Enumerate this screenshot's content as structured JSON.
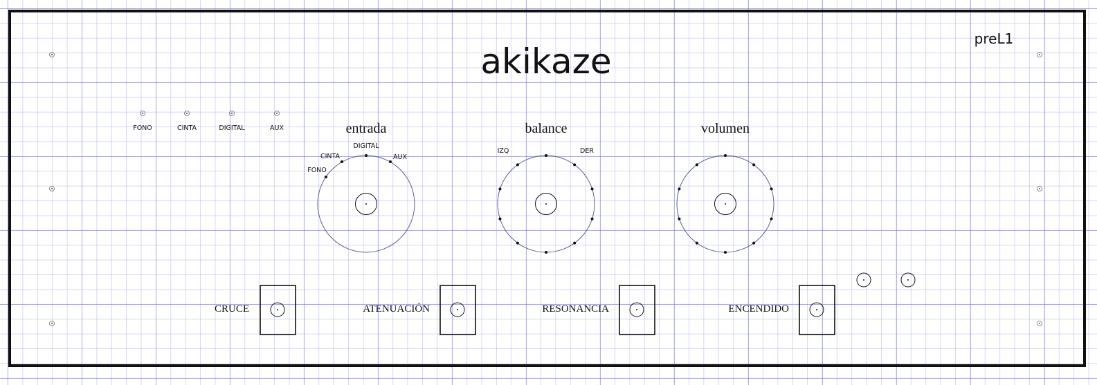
{
  "panel": {
    "brand": "akikaze",
    "model": "preL1"
  },
  "indicators": [
    {
      "label": "FONO"
    },
    {
      "label": "CINTA"
    },
    {
      "label": "DIGITAL"
    },
    {
      "label": "AUX"
    }
  ],
  "knobs": {
    "entrada": {
      "title": "entrada",
      "positions": [
        "FONO",
        "CINTA",
        "DIGITAL",
        "AUX"
      ]
    },
    "balance": {
      "title": "balance",
      "left_label": "IZQ",
      "right_label": "DER"
    },
    "volumen": {
      "title": "volumen"
    }
  },
  "switches": [
    {
      "label": "CRUCE"
    },
    {
      "label": "ATENUACIÓN"
    },
    {
      "label": "RESONANCIA"
    },
    {
      "label": "ENCENDIDO"
    }
  ],
  "colors": {
    "panel_border": "#111111",
    "knob_ring": "#5a5a9e",
    "grid": "#7878eb"
  }
}
